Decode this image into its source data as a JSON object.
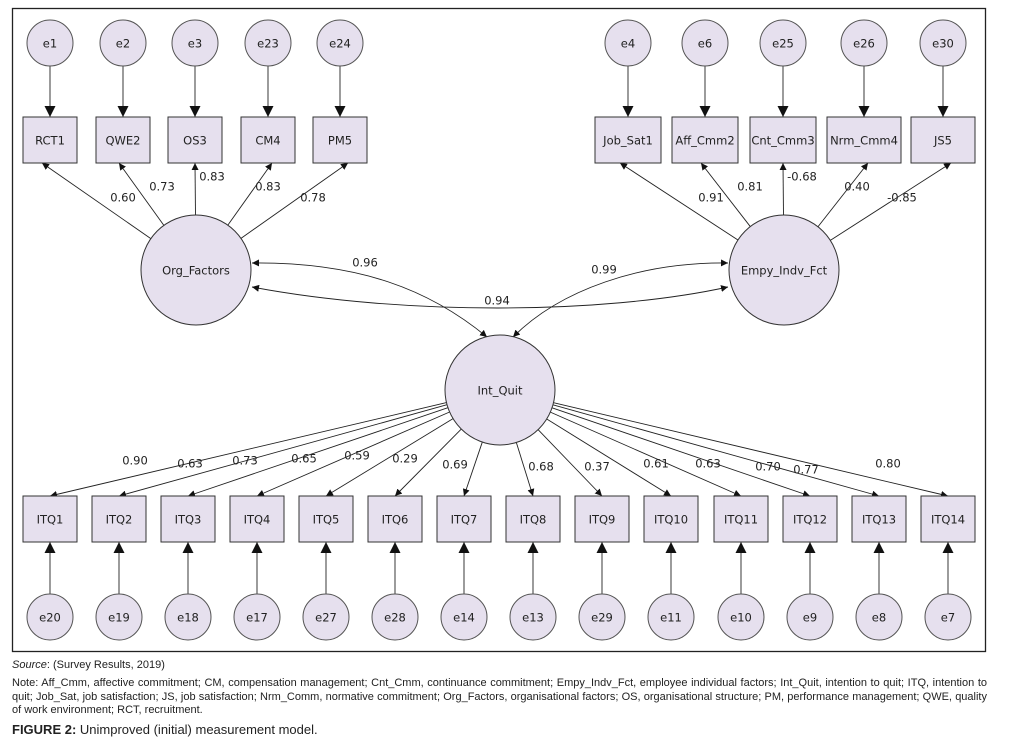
{
  "diagram": {
    "type": "structural-equation-measurement-model",
    "latents": [
      {
        "id": "org",
        "label": "Org_Factors"
      },
      {
        "id": "emp",
        "label": "Empy_Indv_Fct"
      },
      {
        "id": "iq",
        "label": "Int_Quit"
      }
    ],
    "top_left_indicators": [
      {
        "label": "RCT1",
        "error": "e1",
        "loading": "0.60"
      },
      {
        "label": "QWE2",
        "error": "e2",
        "loading": "0.73"
      },
      {
        "label": "OS3",
        "error": "e3",
        "loading": "0.83"
      },
      {
        "label": "CM4",
        "error": "e23",
        "loading": "0.83"
      },
      {
        "label": "PM5",
        "error": "e24",
        "loading": "0.78"
      }
    ],
    "top_right_indicators": [
      {
        "label": "Job_Sat1",
        "error": "e4",
        "loading": "0.91"
      },
      {
        "label": "Aff_Cmm2",
        "error": "e6",
        "loading": "0.81"
      },
      {
        "label": "Cnt_Cmm3",
        "error": "e25",
        "loading": "-0.68"
      },
      {
        "label": "Nrm_Cmm4",
        "error": "e26",
        "loading": "0.40"
      },
      {
        "label": "JS5",
        "error": "e30",
        "loading": "-0.85"
      }
    ],
    "bottom_indicators": [
      {
        "label": "ITQ1",
        "error": "e20",
        "loading": "0.90"
      },
      {
        "label": "ITQ2",
        "error": "e19",
        "loading": "0.63"
      },
      {
        "label": "ITQ3",
        "error": "e18",
        "loading": "0.73"
      },
      {
        "label": "ITQ4",
        "error": "e17",
        "loading": "0.65"
      },
      {
        "label": "ITQ5",
        "error": "e27",
        "loading": "0.59"
      },
      {
        "label": "ITQ6",
        "error": "e28",
        "loading": "0.29"
      },
      {
        "label": "ITQ7",
        "error": "e14",
        "loading": "0.69"
      },
      {
        "label": "ITQ8",
        "error": "e13",
        "loading": "0.68"
      },
      {
        "label": "ITQ9",
        "error": "e29",
        "loading": "0.37"
      },
      {
        "label": "ITQ10",
        "error": "e11",
        "loading": "0.61"
      },
      {
        "label": "ITQ11",
        "error": "e10",
        "loading": "0.63"
      },
      {
        "label": "ITQ12",
        "error": "e9",
        "loading": "0.70"
      },
      {
        "label": "ITQ13",
        "error": "e8",
        "loading": "0.77"
      },
      {
        "label": "ITQ14",
        "error": "e7",
        "loading": "0.80"
      }
    ],
    "covariances": [
      {
        "from": "org",
        "to": "iq",
        "value": "0.96"
      },
      {
        "from": "emp",
        "to": "iq",
        "value": "0.99"
      },
      {
        "from": "org",
        "to": "emp",
        "value": "0.94"
      }
    ]
  },
  "caption": {
    "source_label": "Source",
    "source_text": ": (Survey Results, 2019)",
    "note": "Note: Aff_Cmm, affective commitment; CM, compensation management; Cnt_Cmm, continuance commitment; Empy_Indv_Fct, employee individual factors; Int_Quit, intention to quit; ITQ, intention to quit; Job_Sat, job satisfaction; JS, job satisfaction; Nrm_Comm, normative commitment; Org_Factors, organisational factors; OS, organisational structure; PM, performance management; QWE, quality of work environment; RCT, recruitment.",
    "figure_label": "FIGURE 2:",
    "figure_title": " Unimproved (initial) measurement model."
  }
}
